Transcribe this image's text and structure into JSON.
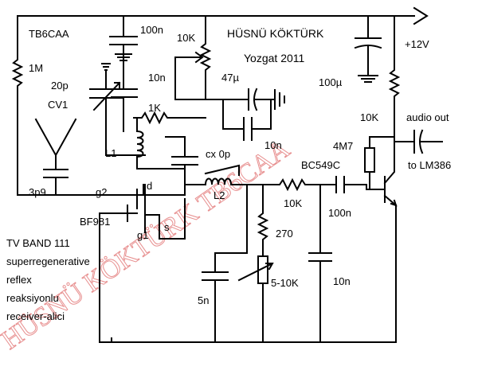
{
  "diagram": {
    "callsign": "TB6CAA",
    "author": "HÜSNÜ KÖKTÜRK",
    "location_year": "Yozgat  2011",
    "supply": "+12V",
    "audio_out": "audio out",
    "to_amp": "to LM386",
    "watermark": "HÜSNÜ KÖKTÜRK TB6CAA",
    "description": [
      "TV BAND 111",
      "superregenerative",
      "reflex",
      "reaksiyonlu",
      "receiver-alici"
    ]
  },
  "components": {
    "c_100n_top": "100n",
    "r_1m": "1M",
    "c_20p": "20p",
    "cv1": "CV1",
    "pot_10k_top": "10K",
    "c_10n_left": "10n",
    "r_1k": "1K",
    "c_47u": "47µ",
    "c_10n_mid": "10n",
    "c_100u": "100µ",
    "r_10k_right": "10K",
    "l1": "L1",
    "cx": "cx 0p",
    "l2": "L2",
    "r_4m7": "4M7",
    "transistor": "BC549C",
    "c_3p9": "3p9",
    "g2": "g2",
    "d": "d",
    "s": "s",
    "r_10k_bot": "10K",
    "c_100n_bot": "100n",
    "mosfet": "BF981",
    "g1": "g1",
    "r_270": "270",
    "pot_5_10k": "5-10K",
    "c_5n": "5n",
    "c_10n_bot": "10n"
  }
}
